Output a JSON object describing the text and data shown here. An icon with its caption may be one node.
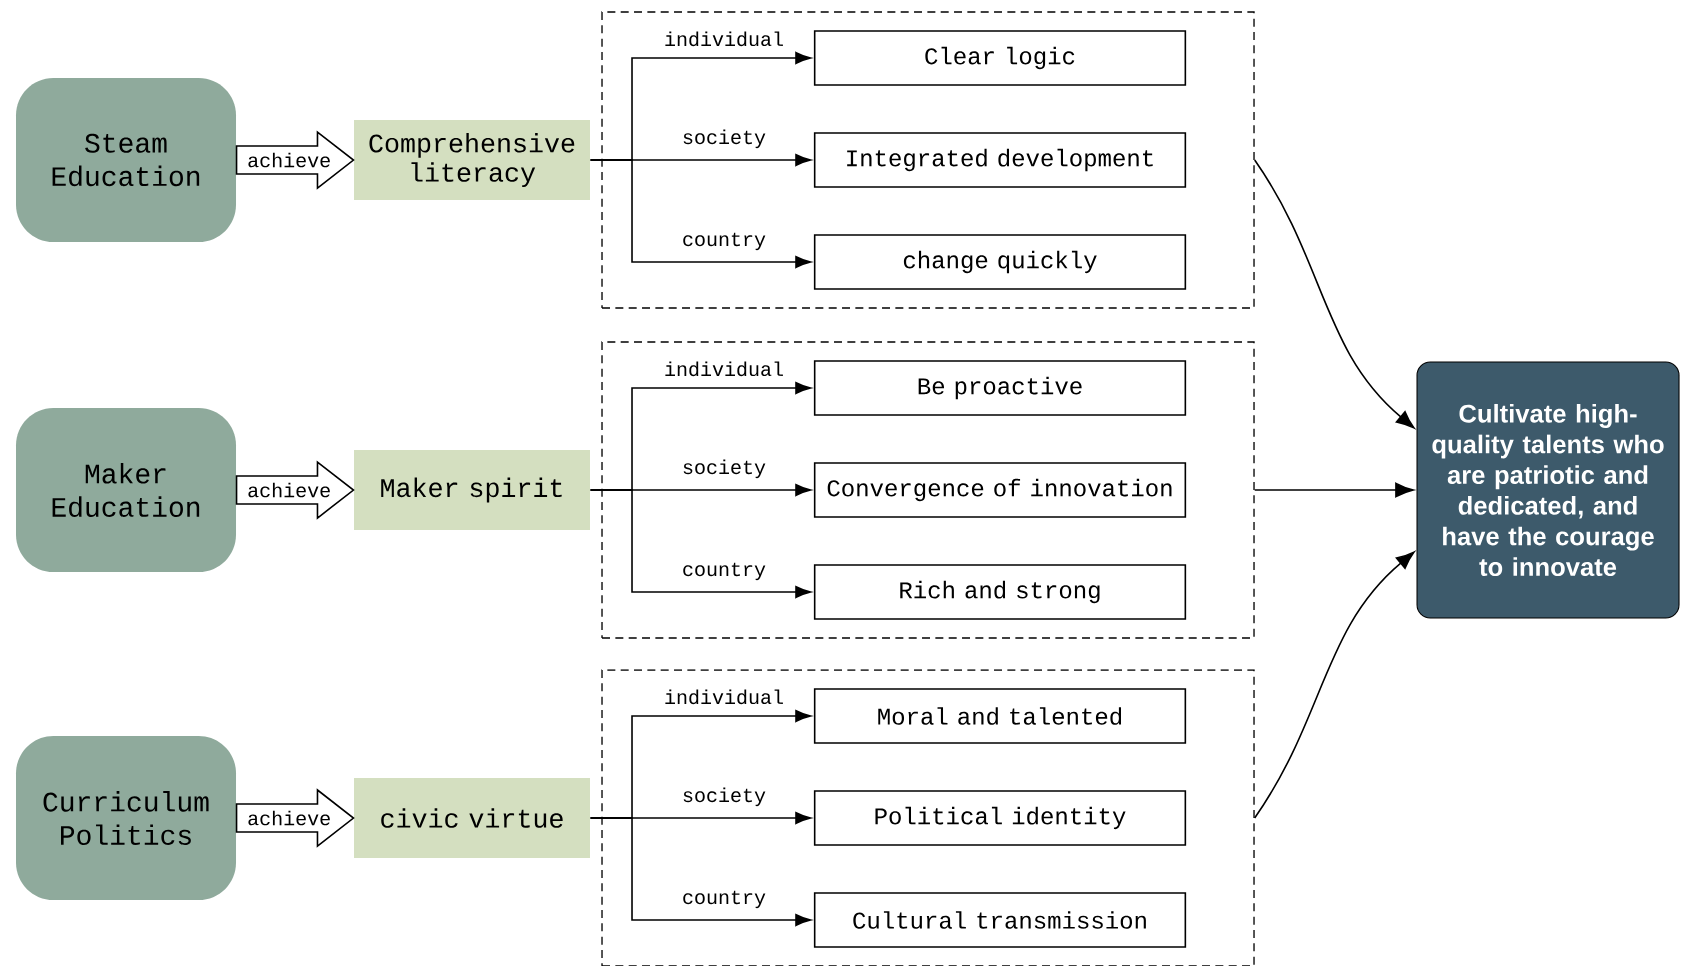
{
  "diagram": {
    "nodes": [
      {
        "text": [
          "Steam Education"
        ]
      },
      {
        "text": [
          "Comprehensive literacy"
        ]
      },
      {
        "text": [],
        "shape": "box"
      },
      {
        "text": [
          "Clear logic"
        ],
        "in": 2
      },
      {
        "text": [
          "Integrated development"
        ],
        "in": 2
      },
      {
        "text": [
          "change quickly"
        ],
        "in": 2
      },
      {
        "text": [
          "Maker Education"
        ]
      },
      {
        "text": [
          "Maker spirit"
        ]
      },
      {
        "text": [],
        "shape": "box"
      },
      {
        "text": [
          "Be proactive"
        ],
        "in": 8
      },
      {
        "text": [
          "Convergence of innovation"
        ],
        "in": 8
      },
      {
        "text": [
          "Rich and strong"
        ],
        "in": 8
      },
      {
        "text": [
          "Curriculum Politics"
        ]
      },
      {
        "text": [
          "civic virtue"
        ]
      },
      {
        "text": [],
        "shape": "box"
      },
      {
        "text": [
          "Moral and talented"
        ],
        "in": 14
      },
      {
        "text": [
          "Political identity"
        ],
        "in": 14
      },
      {
        "text": [
          "Cultural transmission"
        ],
        "in": 14
      },
      {
        "text": [
          "Cultivate high-quality talents who are patriotic and dedicated, and have the courage to innovate"
        ]
      }
    ],
    "edges": [
      {
        "from": 0,
        "to": 1,
        "arrow": "to",
        "label": "achieve",
        "style": "thick"
      },
      {
        "from": 1,
        "to": 3,
        "arrow": "to",
        "label": "individual"
      },
      {
        "from": 1,
        "to": 4,
        "arrow": "to",
        "label": "society"
      },
      {
        "from": 1,
        "to": 5,
        "arrow": "to",
        "label": "country"
      },
      {
        "from": 2,
        "to": 18,
        "arrow": "to"
      },
      {
        "from": 6,
        "to": 7,
        "arrow": "to",
        "label": "achieve",
        "style": "thick"
      },
      {
        "from": 7,
        "to": 9,
        "arrow": "to",
        "label": "individual"
      },
      {
        "from": 7,
        "to": 10,
        "arrow": "to",
        "label": "society"
      },
      {
        "from": 7,
        "to": 11,
        "arrow": "to",
        "label": "country"
      },
      {
        "from": 8,
        "to": 18,
        "arrow": "to"
      },
      {
        "from": 12,
        "to": 13,
        "arrow": "to",
        "label": "achieve",
        "style": "thick"
      },
      {
        "from": 13,
        "to": 15,
        "arrow": "to",
        "label": "individual"
      },
      {
        "from": 13,
        "to": 16,
        "arrow": "to",
        "label": "society"
      },
      {
        "from": 13,
        "to": 17,
        "arrow": "to",
        "label": "country"
      },
      {
        "from": 14,
        "to": 18,
        "arrow": "to"
      }
    ]
  }
}
